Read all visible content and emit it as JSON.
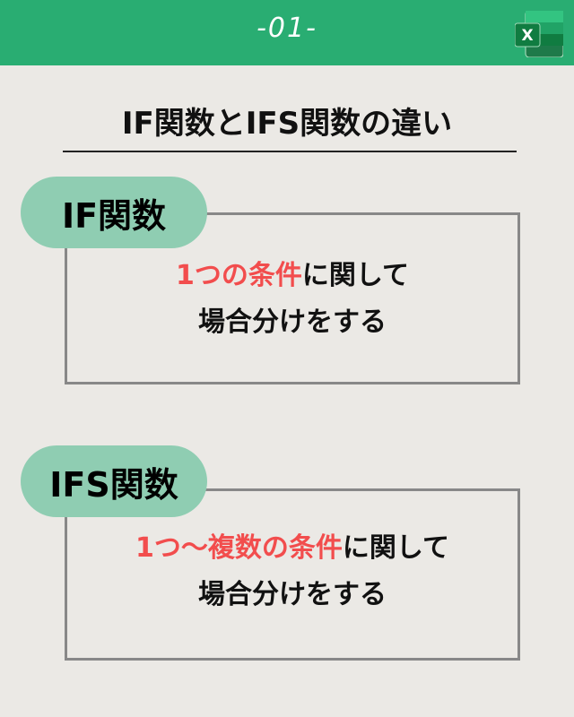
{
  "header": {
    "number": "-01-",
    "icon": "excel-icon"
  },
  "title": "IF関数とIFS関数の違い",
  "sections": [
    {
      "label": "IF関数",
      "highlight": "1つの条件",
      "rest": "に関して",
      "line2": "場合分けをする"
    },
    {
      "label": "IFS関数",
      "highlight": "1つ〜複数の条件",
      "rest": "に関して",
      "line2": "場合分けをする"
    }
  ]
}
